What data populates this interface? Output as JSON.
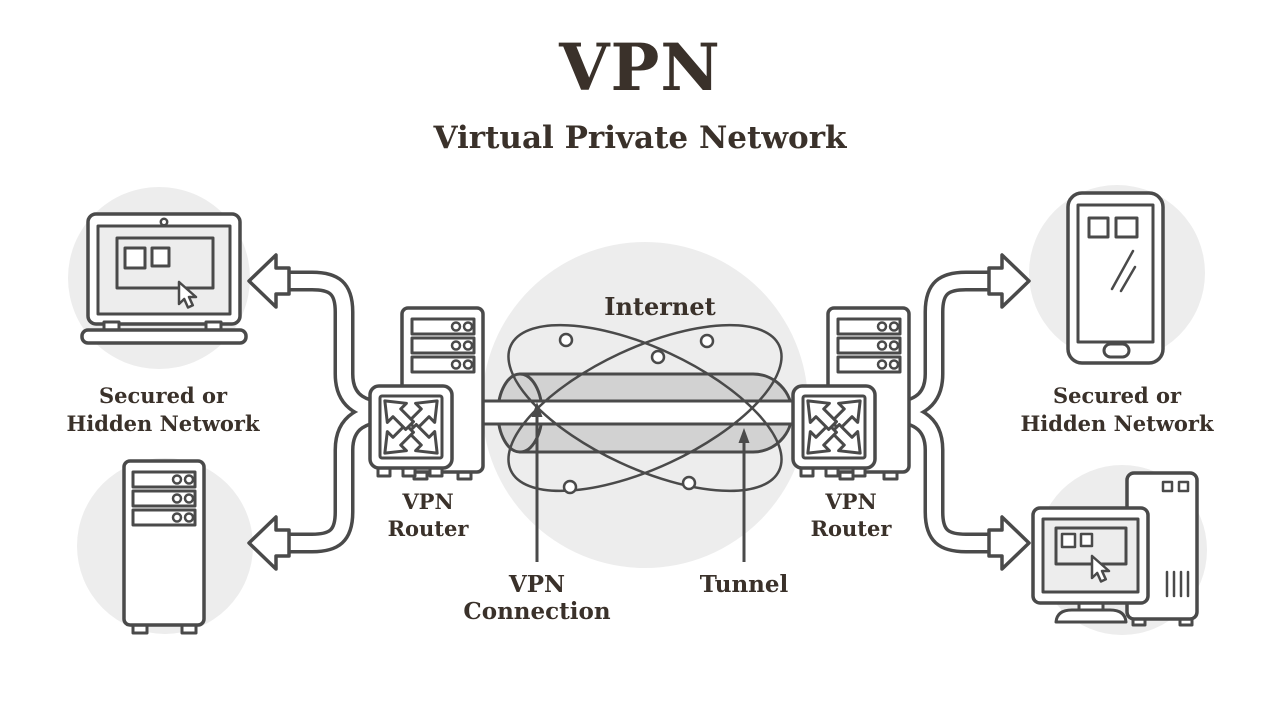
{
  "title": {
    "main": "VPN",
    "subtitle": "Virtual Private Network"
  },
  "center": {
    "internet_label": "Internet",
    "vpn_connection_label": "VPN Connection",
    "tunnel_label": "Tunnel"
  },
  "routers": {
    "left": {
      "line1": "VPN",
      "line2": "Router"
    },
    "right": {
      "line1": "VPN",
      "line2": "Router"
    }
  },
  "networks": {
    "left": {
      "line1": "Secured or",
      "line2": "Hidden Network",
      "device_icons": [
        "laptop-icon",
        "server-tower-icon"
      ]
    },
    "right": {
      "line1": "Secured or",
      "line2": "Hidden Network",
      "device_icons": [
        "smartphone-icon",
        "desktop-computer-icon"
      ]
    }
  },
  "colors": {
    "outline": "#4a4a4a",
    "text": "#3a312a",
    "tunnel_fill": "#d2d2d2",
    "halo_fill": "#ededed",
    "background": "#ffffff"
  }
}
